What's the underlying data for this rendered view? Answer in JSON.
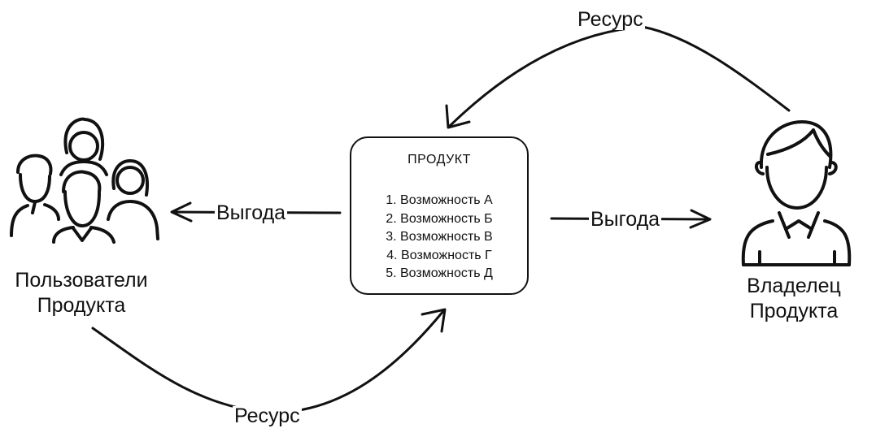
{
  "product": {
    "title": "ПРОДУКТ",
    "features": [
      "1. Возможность А",
      "2. Возможность Б",
      "3. Возможность В",
      "4. Возможность Г",
      "5. Возможность Д"
    ]
  },
  "nodes": {
    "users_line1": "Пользователи",
    "users_line2": "Продукта",
    "owner_line1": "Владелец",
    "owner_line2": "Продукта"
  },
  "edges": {
    "resource_top": "Ресурс",
    "resource_bottom": "Ресурс",
    "benefit_left": "Выгода",
    "benefit_right": "Выгода"
  },
  "icons": {
    "users": "users-group-icon",
    "owner": "person-icon"
  },
  "colors": {
    "stroke": "#111111",
    "background": "#ffffff"
  }
}
